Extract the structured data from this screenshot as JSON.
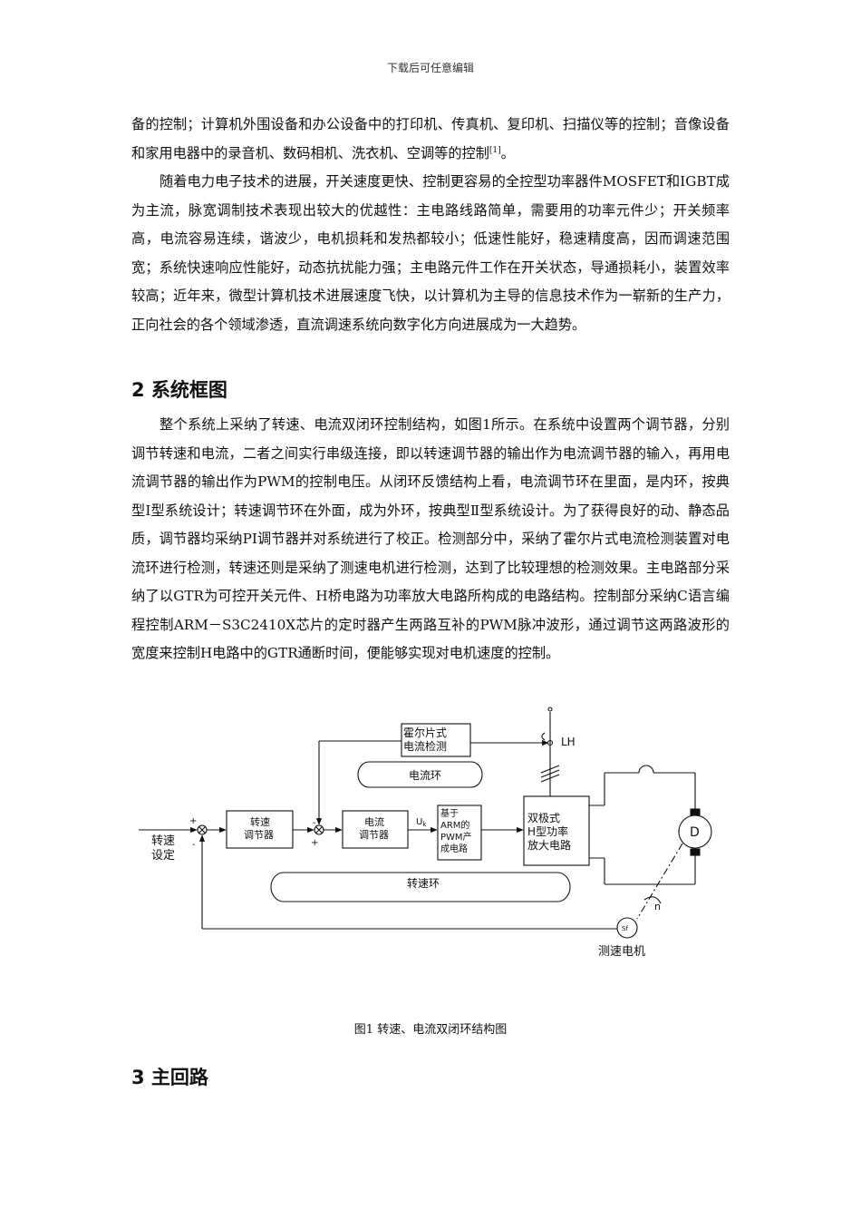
{
  "header": {
    "text": "下载后可任意编辑"
  },
  "paragraphs": {
    "p1_a": "备的控制；计算机外围设备和办公设备中的打印机、传真机、复印机、扫描仪等的控制；音像设备和家用电器中的录音机、数码相机、洗衣机、空调等的控制",
    "p1_cite": "[1]",
    "p1_b": "。",
    "p2": "随着电力电子技术的进展，开关速度更快、控制更容易的全控型功率器件MOSFET和IGBT成为主流，脉宽调制技术表现出较大的优越性：主电路线路简单，需要用的功率元件少；开关频率高，电流容易连续，谐波少，电机损耗和发热都较小；低速性能好，稳速精度高，因而调速范围宽；系统快速响应性能好，动态抗扰能力强；主电路元件工作在开关状态，导通损耗小，装置效率较高；近年来，微型计算机技术进展速度飞快，以计算机为主导的信息技术作为一崭新的生产力，正向社会的各个领域渗透，直流调速系统向数字化方向进展成为一大趋势。",
    "p3": "整个系统上采纳了转速、电流双闭环控制结构，如图1所示。在系统中设置两个调节器，分别调节转速和电流，二者之间实行串级连接，即以转速调节器的输出作为电流调节器的输入，再用电流调节器的输出作为PWM的控制电压。从闭环反馈结构上看，电流调节环在里面，是内环，按典型Ⅰ型系统设计；转速调节环在外面，成为外环，按典型Ⅱ型系统设计。为了获得良好的动、静态品质，调节器均采纳PI调节器并对系统进行了校正。检测部分中，采纳了霍尔片式电流检测装置对电流环进行检测，转速还则是采纳了测速电机进行检测，达到了比较理想的检测效果。主电路部分采纳了以GTR为可控开关元件、H桥电路为功率放大电路所构成的电路结构。控制部分采纳C语言编程控制ARM－S3C2410X芯片的定时器产生两路互补的PWM脉冲波形，通过调节这两路波形的宽度来控制H电路中的GTR通断时间，便能够实现对电机速度的控制。"
  },
  "headings": {
    "h_system": "2 系统框图",
    "h_main": "3 主回路"
  },
  "diagram": {
    "hall_line1": "霍尔片式",
    "hall_line2": "电流检测",
    "lh": "LH",
    "current_loop": "电流环",
    "speed_reg_line1": "转速",
    "speed_reg_line2": "调节器",
    "current_reg_line1": "电流",
    "current_reg_line2": "调节器",
    "uk": "U",
    "uk_sub": "k",
    "pwm_line1": "基于",
    "pwm_line2": "ARM的",
    "pwm_line3": "PWM产",
    "pwm_line4": "成电路",
    "bridge_line1": "双极式",
    "bridge_line2": "H型功率",
    "bridge_line3": "放大电路",
    "motor": "D",
    "speed_input_line1": "转速",
    "speed_input_line2": "设定",
    "speed_loop": "转速环",
    "n": "n",
    "tacho_symbol": "Sf",
    "tacho_label": "测速电机",
    "sign_plus1": "+",
    "sign_minus1": "-",
    "sign_minus2": "-",
    "sign_plus2": "+"
  },
  "caption": "图1 转速、电流双闭环结构图"
}
